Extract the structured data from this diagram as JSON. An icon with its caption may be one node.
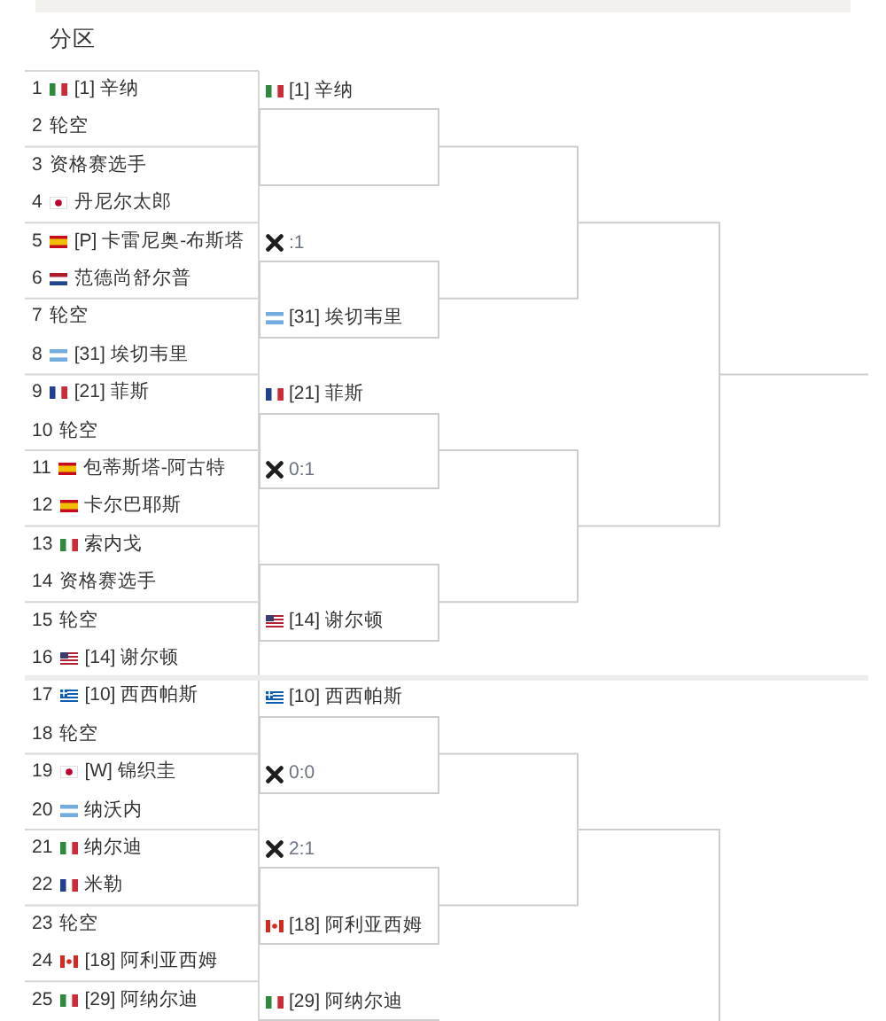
{
  "diagram": {
    "title": "分区",
    "nodes": [
      {
        "text": [
          "[1] 辛纳"
        ]
      },
      {
        "text": [
          ":1",
          "[31] 埃切韦里"
        ]
      },
      {
        "text": [
          "[21] 菲斯",
          "0:1"
        ]
      },
      {
        "text": [
          "[14] 谢尔顿"
        ]
      },
      {
        "text": [
          "[10] 西西帕斯",
          "0:0"
        ]
      },
      {
        "text": [
          "2:1",
          "[18] 阿利亚西姆"
        ]
      },
      {
        "text": [
          "[29] 阿纳尔迪"
        ]
      }
    ],
    "edges": [
      {
        "from": 0,
        "to": 1,
        "arrow": "none"
      },
      {
        "from": 2,
        "to": 3,
        "arrow": "none"
      },
      {
        "from": 4,
        "to": 5,
        "arrow": "none"
      }
    ],
    "labels": [
      "1",
      "[1] 辛纳",
      "2",
      "轮空",
      "3",
      "资格赛选手",
      "4",
      "丹尼尔太郎",
      "5",
      "[P] 卡雷尼奥-布斯塔",
      "6",
      "范德尚舒尔普",
      "7",
      "轮空",
      "8",
      "[31] 埃切韦里",
      "9",
      "[21] 菲斯",
      "10",
      "轮空",
      "11",
      "包蒂斯塔-阿古特",
      "12",
      "卡尔巴耶斯",
      "13",
      "索内戈",
      "14",
      "资格赛选手",
      "15",
      "轮空",
      "16",
      "[14] 谢尔顿",
      "17",
      "[10] 西西帕斯",
      "18",
      "轮空",
      "19",
      "[W] 锦织圭",
      "20",
      "纳沃内",
      "21",
      "纳尔迪",
      "22",
      "米勒",
      "23",
      "轮空",
      "24",
      "[18] 阿利亚西姆",
      "25",
      "[29] 阿纳尔迪"
    ]
  }
}
